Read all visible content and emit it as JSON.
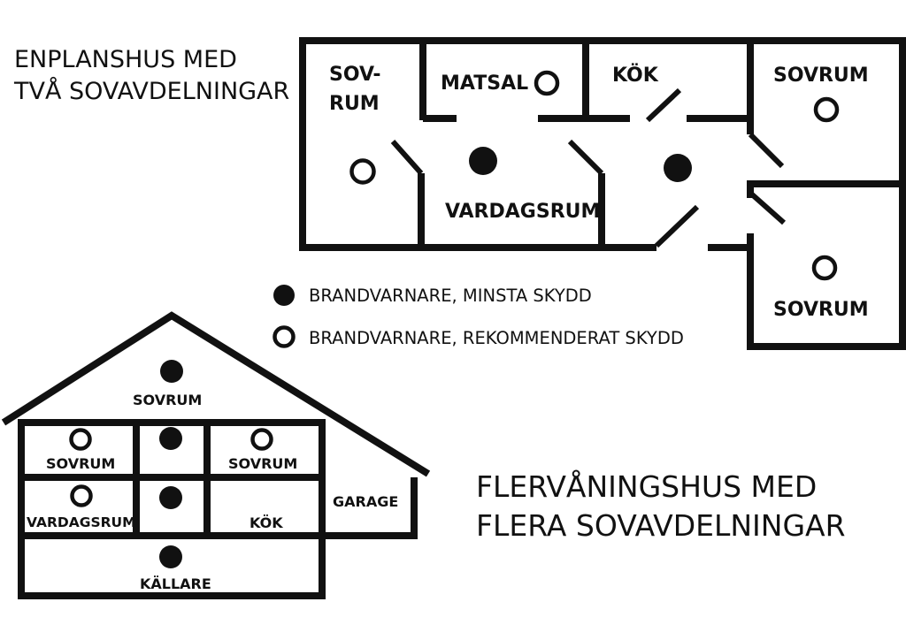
{
  "colors": {
    "ink": "#111111",
    "background": "#ffffff"
  },
  "titles": {
    "single_story": [
      "ENPLANSHUS MED",
      "TVÅ SOVAVDELNINGAR"
    ],
    "multi_story": [
      "FLERVÅNINGSHUS MED",
      "FLERA SOVAVDELNINGAR"
    ]
  },
  "legend": {
    "minimum": {
      "icon": "filled-circle-icon",
      "label": "BRANDVARNARE, MINSTA SKYDD"
    },
    "recommended": {
      "icon": "open-circle-icon",
      "label": "BRANDVARNARE, REKOMMENDERAT SKYDD"
    }
  },
  "single_story_rooms": {
    "bedroom_left": [
      "SOV-",
      "RUM"
    ],
    "dining": "MATSAL",
    "kitchen": "KÖK",
    "bedroom_top_right": "SOVRUM",
    "living": "VARDAGSRUM",
    "bedroom_bottom_right": "SOVRUM"
  },
  "multi_story_rooms": {
    "attic_bedroom": "SOVRUM",
    "bedroom_left": "SOVRUM",
    "bedroom_right": "SOVRUM",
    "living": "VARDAGSRUM",
    "kitchen": "KÖK",
    "garage": "GARAGE",
    "basement": "KÄLLARE"
  }
}
